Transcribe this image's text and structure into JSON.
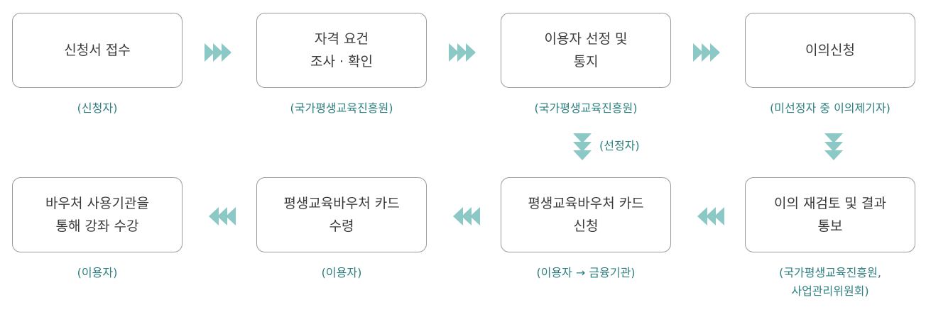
{
  "steps": [
    {
      "lines": [
        "신청서 접수"
      ],
      "sub": [
        "(신청자)"
      ]
    },
    {
      "lines": [
        "자격 요건",
        "조사 · 확인"
      ],
      "sub": [
        "(국가평생교육진흥원)"
      ]
    },
    {
      "lines": [
        "이용자 선정 및",
        "통지"
      ],
      "sub": [
        "(국가평생교육진흥원)"
      ]
    },
    {
      "lines": [
        "이의신청"
      ],
      "sub": [
        "(미선정자 중 이의제기자)"
      ]
    },
    {
      "lines": [
        "이의 재검토 및 결과",
        "통보"
      ],
      "sub": [
        "(국가평생교육진흥원,",
        "사업관리위원회)"
      ]
    },
    {
      "lines": [
        "평생교육바우처 카드",
        "신청"
      ],
      "sub": [
        "(이용자 → 금융기관)"
      ]
    },
    {
      "lines": [
        "평생교육바우처 카드",
        "수령"
      ],
      "sub": [
        "(이용자)"
      ]
    },
    {
      "lines": [
        "바우처 사용기관을",
        "통해 강좌 수강"
      ],
      "sub": [
        "(이용자)"
      ]
    }
  ],
  "down_arrow_label": "(선정자)",
  "arrow_color": "#8cc8c6"
}
